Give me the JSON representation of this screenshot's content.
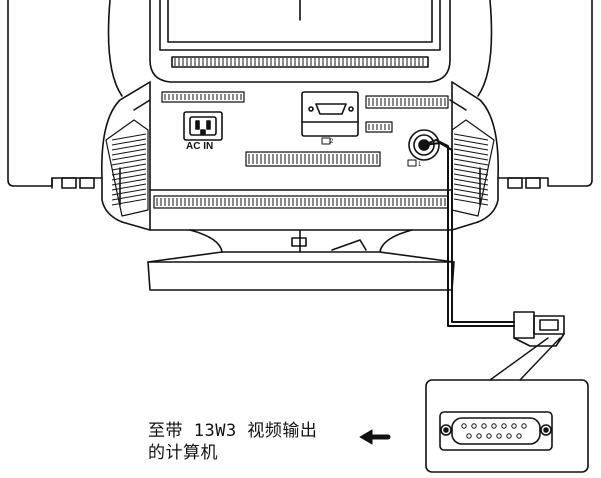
{
  "diagram": {
    "ac_in_label": "AC IN",
    "port2_label": "2",
    "port1_label": "1",
    "caption_line1": "至带 13W3 视频输出",
    "caption_line2": "的计算机",
    "arrow_direction": "left",
    "line_color": "#111111",
    "fill_color": "#ffffff"
  }
}
